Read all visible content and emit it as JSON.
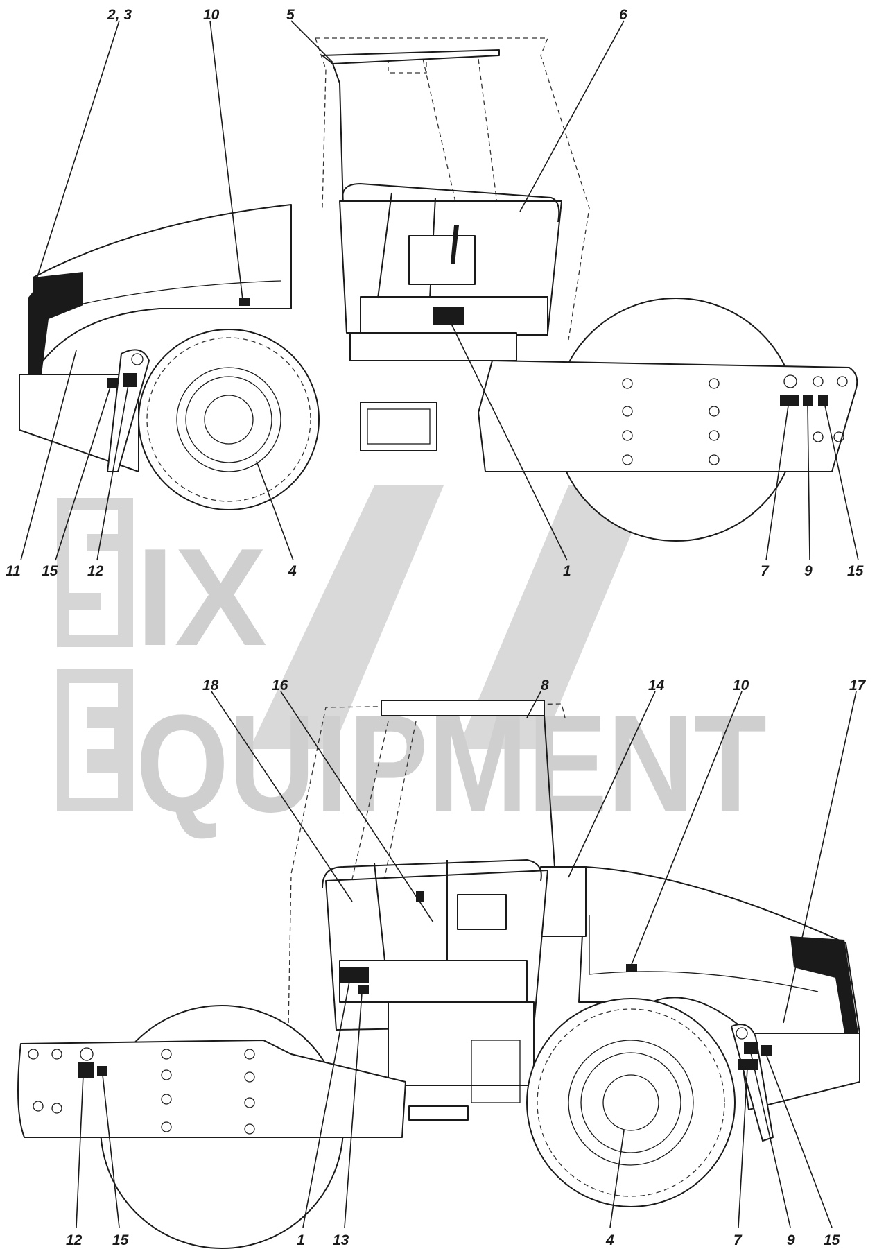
{
  "watermark": {
    "logo_letter_top": "S",
    "word_top": "IX",
    "logo_letter_bottom": "E",
    "word_bottom": "QUIPMENT",
    "color": "#cfcfcf"
  },
  "colors": {
    "line": "#1a1a1a",
    "decal": "#1a1a1a",
    "background": "#ffffff"
  },
  "top_view": {
    "callouts": {
      "c_2_3": "2, 3",
      "c_10": "10",
      "c_5": "5",
      "c_6": "6",
      "c_11": "11",
      "c_15a": "15",
      "c_12": "12",
      "c_4": "4",
      "c_1": "1",
      "c_7": "7",
      "c_9": "9",
      "c_15b": "15"
    }
  },
  "bottom_view": {
    "callouts": {
      "c_18": "18",
      "c_16": "16",
      "c_8": "8",
      "c_14": "14",
      "c_10": "10",
      "c_17": "17",
      "c_12": "12",
      "c_15a": "15",
      "c_1": "1",
      "c_13": "13",
      "c_4": "4",
      "c_7": "7",
      "c_9": "9",
      "c_15b": "15"
    }
  }
}
